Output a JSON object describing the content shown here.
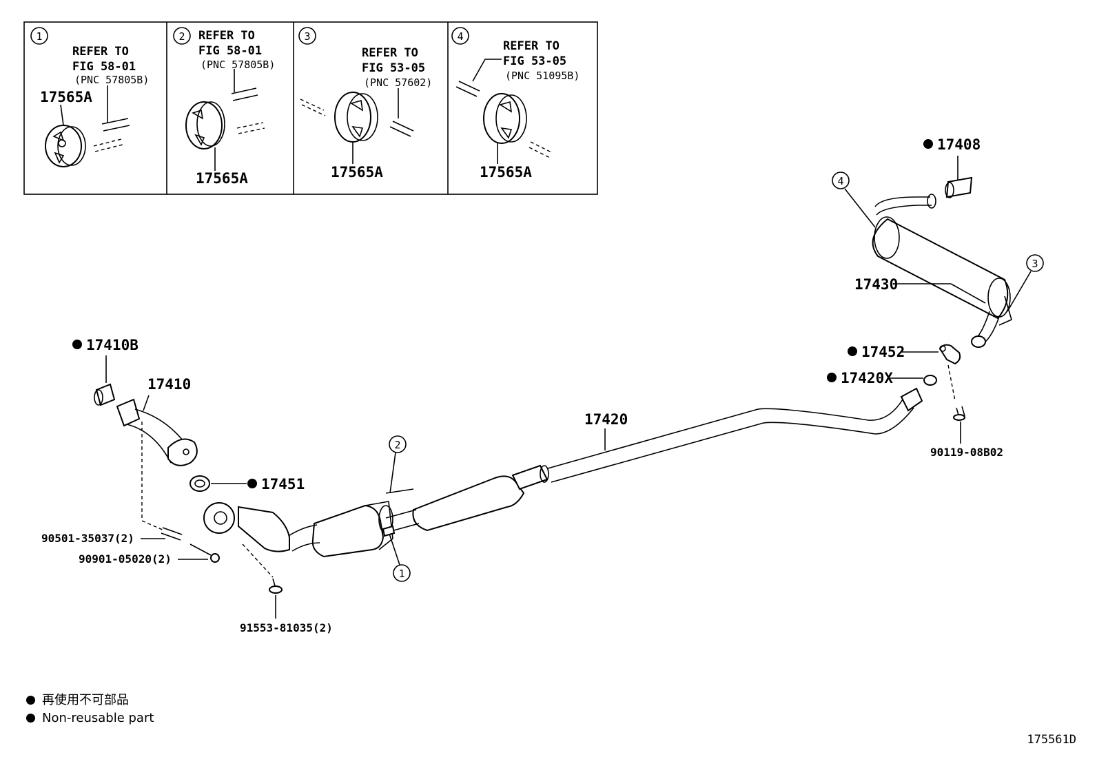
{
  "insets": [
    {
      "circle": "1",
      "refer": "REFER TO",
      "fig": "FIG 58-01",
      "pnc": "(PNC 57805B)",
      "part": "17565A"
    },
    {
      "circle": "2",
      "refer": "REFER TO",
      "fig": "FIG 58-01",
      "pnc": "(PNC 57805B)",
      "part": "17565A"
    },
    {
      "circle": "3",
      "refer": "REFER TO",
      "fig": "FIG 53-05",
      "pnc": "(PNC 57602)",
      "part": "17565A"
    },
    {
      "circle": "4",
      "refer": "REFER TO",
      "fig": "FIG 53-05",
      "pnc": "(PNC 51095B)",
      "part": "17565A"
    }
  ],
  "parts": {
    "p17408": "17408",
    "p17430": "17430",
    "p17452": "17452",
    "p17420X": "17420X",
    "p90119": "90119-08B02",
    "p17420": "17420",
    "p17410B": "17410B",
    "p17410": "17410",
    "p17451": "17451",
    "p90501": "90501-35037(2)",
    "p90901": "90901-05020(2)",
    "p91553": "91553-81035(2)"
  },
  "callouts": {
    "c1": "1",
    "c2": "2",
    "c3": "3",
    "c4": "4"
  },
  "legend": {
    "jp": "再使用不可部品",
    "en": "Non-reusable part"
  },
  "figure_code": "175561D"
}
